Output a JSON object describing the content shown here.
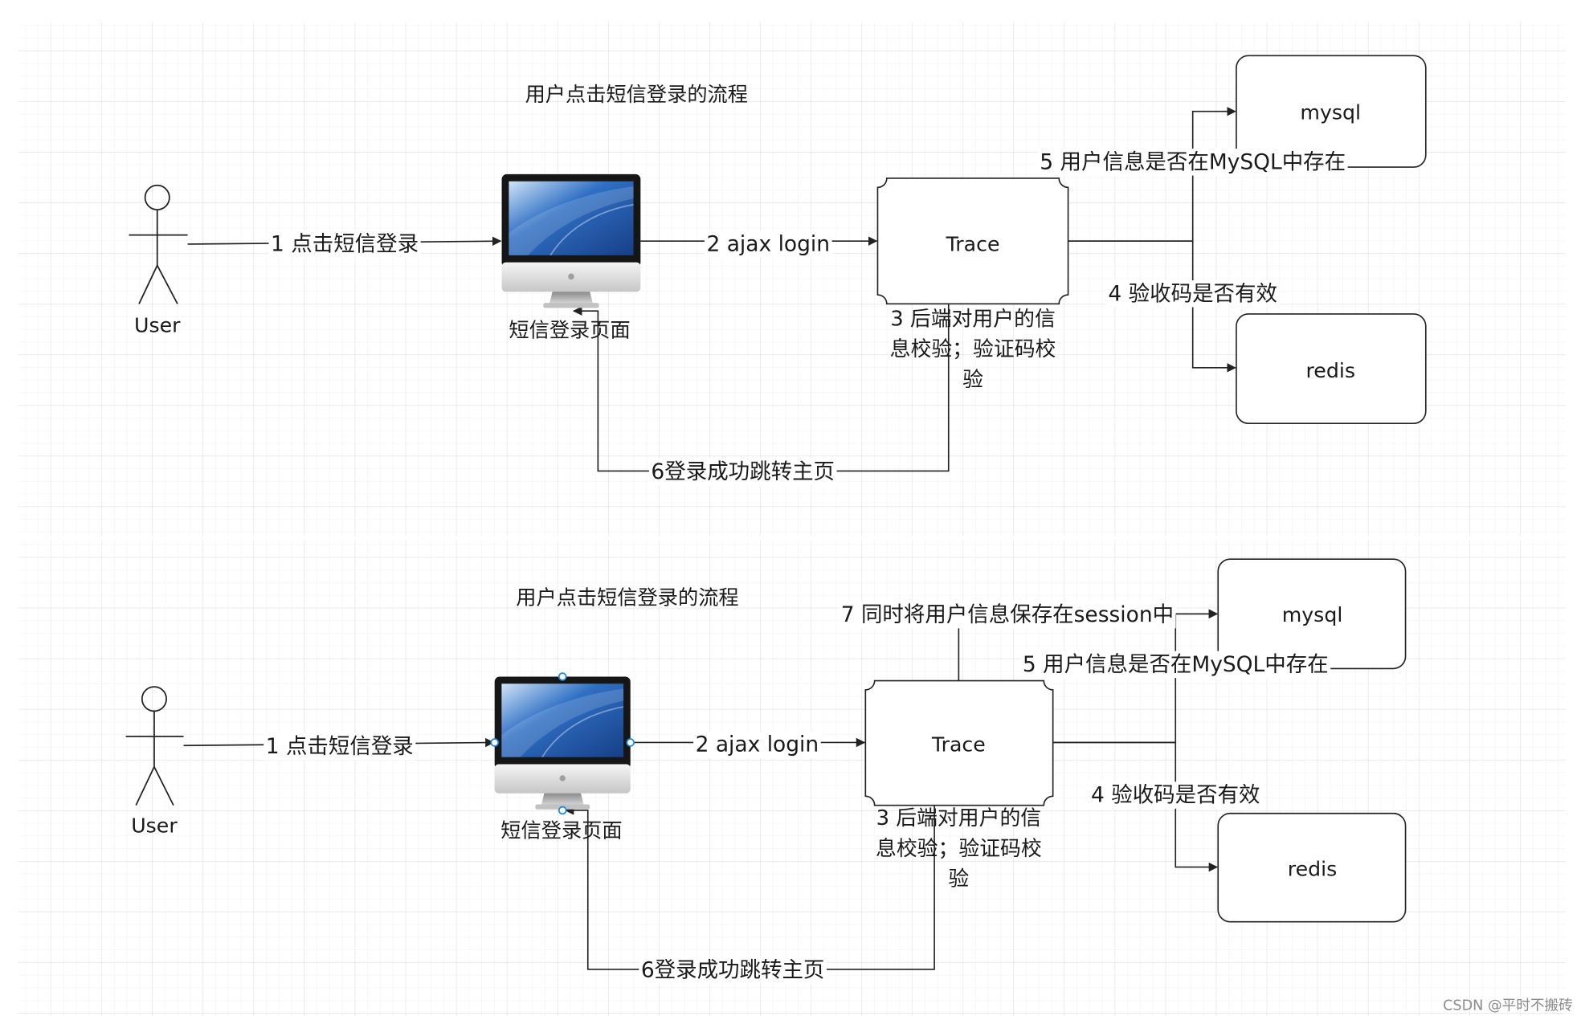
{
  "panels": [
    {
      "title": "用户点击短信登录的流程",
      "actor": "User",
      "page_label": "短信登录页面",
      "server": "Trace",
      "database": "mysql",
      "cache": "redis",
      "edges": {
        "click": "1 点击短信登录",
        "ajax": "2 ajax login",
        "check_note": [
          "3 后端对用户的信",
          "息校验；验证码校",
          "验"
        ],
        "verify_code": "4 验收码是否有效",
        "check_user": "5 用户信息是否在MySQL中存在",
        "redirect": "6登录成功跳转主页"
      }
    },
    {
      "title": "用户点击短信登录的流程",
      "actor": "User",
      "page_label": "短信登录页面",
      "server": "Trace",
      "database": "mysql",
      "cache": "redis",
      "edges": {
        "click": "1 点击短信登录",
        "ajax": "2 ajax login",
        "check_note": [
          "3 后端对用户的信",
          "息校验；验证码校",
          "验"
        ],
        "verify_code": "4 验收码是否有效",
        "check_user": "5 用户信息是否在MySQL中存在",
        "redirect": "6登录成功跳转主页",
        "save_session": "7 同时将用户信息保存在session中"
      }
    }
  ],
  "icons": {
    "actor": "stick-figure-icon",
    "page": "desktop-monitor-icon"
  },
  "colors": {
    "line": "#222222",
    "grid_minor": "#ececec",
    "grid_major": "#dedede",
    "screen": "#2f6fc4",
    "handle": "#1e88e5",
    "watermark": "#8c8c8c"
  },
  "watermark": "CSDN @平时不搬砖"
}
